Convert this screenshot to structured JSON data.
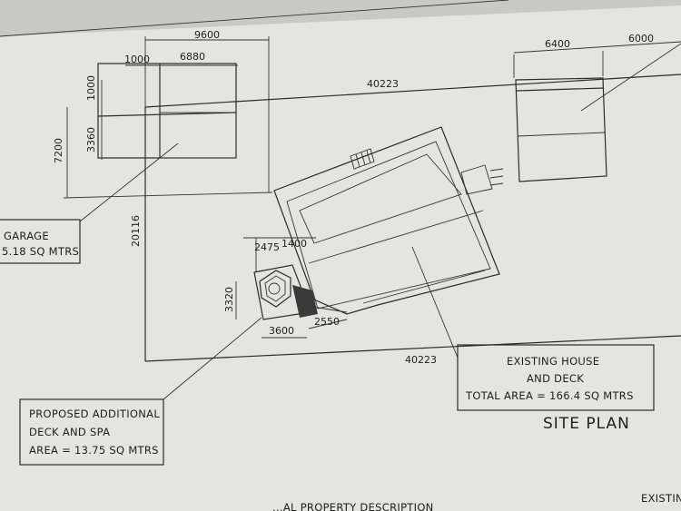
{
  "dimensions": {
    "garage_total_width": "9600",
    "garage_offset": "1000",
    "garage_width": "6880",
    "neighbour_width": "6400",
    "neighbour_gap": "6000",
    "boundary_top": "40223",
    "boundary_bottom": "40223",
    "setback_top": "1000",
    "garage_depth": "3360",
    "garage_total_depth": "7200",
    "side_depth": "20116",
    "deck_a": "2475",
    "deck_b": "1400",
    "deck_depth": "3320",
    "deck_width": "3600",
    "deck_ext": "2550"
  },
  "labels": {
    "garage_line1": "GARAGE",
    "garage_line2": "5.18 SQ MTRS",
    "deck_line1": "PROPOSED ADDITIONAL",
    "deck_line2": "DECK AND SPA",
    "deck_line3": "AREA = 13.75 SQ MTRS",
    "house_line1": "EXISTING HOUSE",
    "house_line2": "AND DECK",
    "house_line3": "TOTAL AREA = 166.4 SQ MTRS",
    "plan_title": "SITE PLAN",
    "footer_left": "...AL PROPERTY DESCRIPTION",
    "footer_right": "EXISTIN"
  },
  "colors": {
    "paper": "#e6e6e2",
    "ink": "#2b2b2b"
  }
}
